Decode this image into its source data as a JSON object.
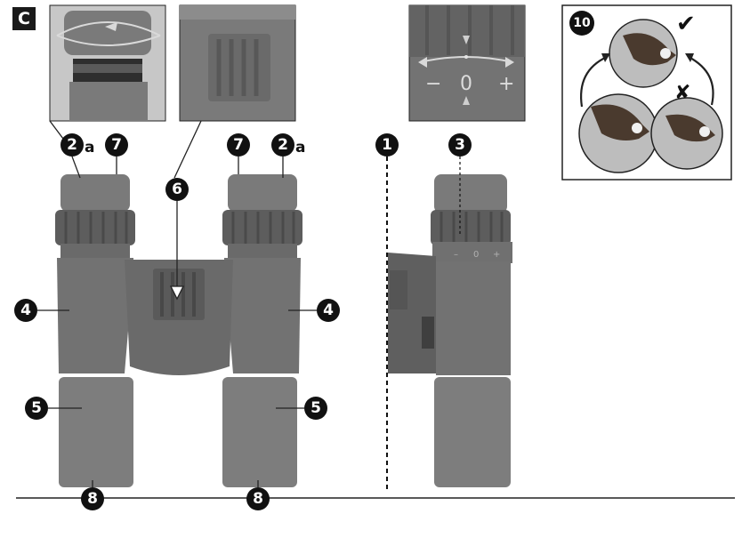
{
  "panel": {
    "letter": "C"
  },
  "callouts": {
    "label_1": "1",
    "label_2a_left": "2",
    "label_2a_right": "2",
    "suffix_a": "a",
    "label_3": "3",
    "label_4": "4",
    "label_5": "5",
    "label_6": "6",
    "label_7": "7",
    "label_8": "8",
    "label_10": "10"
  },
  "diopter_scale": {
    "minus": "−",
    "zero": "0",
    "plus": "+"
  },
  "marks": {
    "check": "✔",
    "cross": "✘"
  },
  "colors": {
    "body": "#6f6f6f",
    "body_dark": "#5c5c5c",
    "body_light": "#8a8a8a",
    "label_bg": "#111111",
    "inset_bg": "#c9c9c9"
  }
}
